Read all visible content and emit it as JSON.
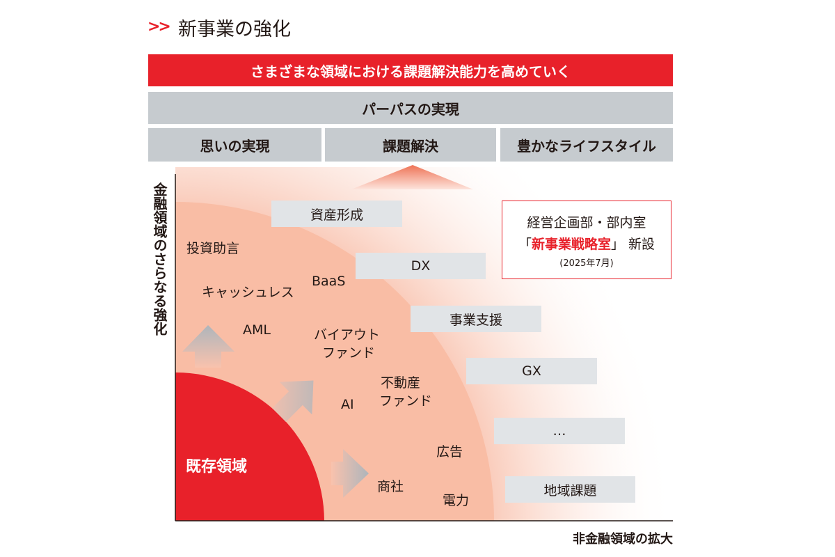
{
  "header": {
    "mark": ">>",
    "title": "新事業の強化"
  },
  "banner": "さまざまな領域における課題解決能力を高めていく",
  "purpose": {
    "title": "パーパスの実現",
    "pillars": [
      "思いの実現",
      "課題解決",
      "豊かなライフスタイル"
    ]
  },
  "axes": {
    "y": "金融領域のさらなる強化",
    "x": "非金融領域の拡大"
  },
  "core": "既存領域",
  "financial_items": [
    "投資助言",
    "キャッシュレス",
    "BaaS",
    "AML"
  ],
  "mixed_items": {
    "buyout_1": "バイアウト",
    "buyout_2": "ファンド",
    "re_1": "不動産",
    "re_2": "ファンド",
    "ai": "AI"
  },
  "nonfinancial_items": [
    "商社",
    "広告",
    "電力"
  ],
  "new_areas": [
    "資産形成",
    "DX",
    "事業支援",
    "GX",
    "…",
    "地域課題"
  ],
  "notice": {
    "line1": "経営企画部・部内室",
    "open_bracket": "「",
    "highlight": "新事業戦略室",
    "close_bracket": "」",
    "suffix": "新設",
    "date": "(2025年7月)"
  },
  "colors": {
    "red": "#e8212a",
    "salmon": "#f9bda5",
    "gray": "#c6cbcf",
    "light_gray": "#e1e4e7"
  }
}
